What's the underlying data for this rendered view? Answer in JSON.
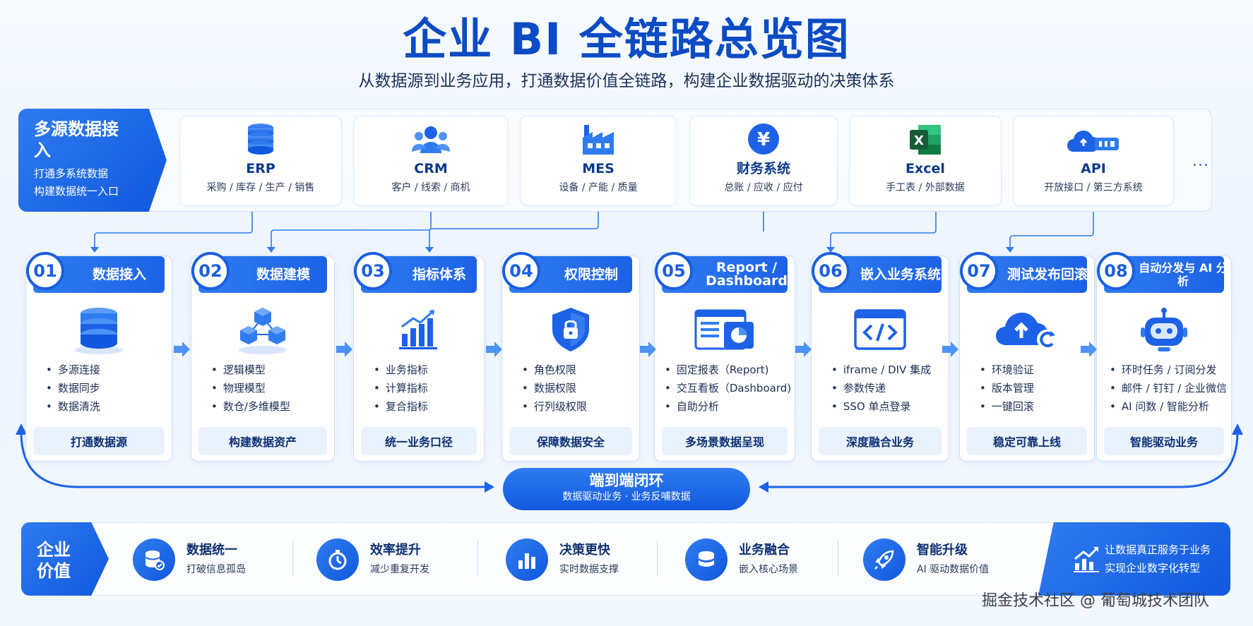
{
  "title": "企业 BI 全链路总览图",
  "subtitle": "从数据源到业务应用，打通数据价值全链路，构建企业数据驱动的决策体系",
  "sources": {
    "tag_title": "多源数据接入",
    "tag_desc": [
      "打通多系统数据",
      "构建数据统一入口"
    ],
    "items": [
      {
        "name": "ERP",
        "sub": "采购 / 库存 / 生产 / 销售",
        "icon": "database-icon"
      },
      {
        "name": "CRM",
        "sub": "客户 / 线索 / 商机",
        "icon": "users-icon"
      },
      {
        "name": "MES",
        "sub": "设备 / 产能 / 质量",
        "icon": "factory-icon"
      },
      {
        "name": "财务系统",
        "sub": "总账 / 应收 / 应付",
        "icon": "yen-icon"
      },
      {
        "name": "Excel",
        "sub": "手工表 / 外部数据",
        "icon": "excel-icon"
      },
      {
        "name": "API",
        "sub": "开放接口 / 第三方系统",
        "icon": "cloud-api-icon"
      }
    ],
    "more": "..."
  },
  "stages": [
    {
      "num": "01",
      "title": "数据接入",
      "bullets": [
        "多源连接",
        "数据同步",
        "数据清洗"
      ],
      "footer": "打通数据源",
      "icon": "database-stack-icon"
    },
    {
      "num": "02",
      "title": "数据建模",
      "bullets": [
        "逻辑模型",
        "物理模型",
        "数仓/多维模型"
      ],
      "footer": "构建数据资产",
      "icon": "cubes-icon"
    },
    {
      "num": "03",
      "title": "指标体系",
      "bullets": [
        "业务指标",
        "计算指标",
        "复合指标"
      ],
      "footer": "统一业务口径",
      "icon": "bar-chart-icon"
    },
    {
      "num": "04",
      "title": "权限控制",
      "bullets": [
        "角色权限",
        "数据权限",
        "行列级权限"
      ],
      "footer": "保障数据安全",
      "icon": "shield-lock-icon"
    },
    {
      "num": "05",
      "title": "Report / Dashboard",
      "bullets": [
        "固定报表（Report)",
        "交互看板（Dashboard)",
        "自助分析"
      ],
      "footer": "多场景数据呈现",
      "icon": "dashboard-icon"
    },
    {
      "num": "06",
      "title": "嵌入业务系统",
      "bullets": [
        "iframe / DIV 集成",
        "参数传递",
        "SSO 单点登录"
      ],
      "footer": "深度融合业务",
      "icon": "code-window-icon"
    },
    {
      "num": "07",
      "title": "测试发布回滚",
      "bullets": [
        "环境验证",
        "版本管理",
        "一键回滚"
      ],
      "footer": "稳定可靠上线",
      "icon": "cloud-upload-icon"
    },
    {
      "num": "08",
      "title": "自动分发与 AI 分析",
      "bullets": [
        "环时任务 / 订阅分发",
        "邮件 / 钉钉 / 企业微信",
        "AI 问数 / 智能分析"
      ],
      "footer": "智能驱动业务",
      "icon": "robot-icon"
    }
  ],
  "loop": {
    "title": "端到端闭环",
    "sub": "数据驱动业务 · 业务反哺数据"
  },
  "values": {
    "tag": "企业价值",
    "items": [
      {
        "name": "数据统一",
        "sub": "打破信息孤岛",
        "icon": "db-check-icon"
      },
      {
        "name": "效率提升",
        "sub": "减少重复开发",
        "icon": "stopwatch-icon"
      },
      {
        "name": "决策更快",
        "sub": "实时数据支撑",
        "icon": "bars-icon"
      },
      {
        "name": "业务融合",
        "sub": "嵌入核心场景",
        "icon": "layers-icon"
      },
      {
        "name": "智能升级",
        "sub": "AI 驱动数据价值",
        "icon": "rocket-icon"
      }
    ],
    "end": [
      "让数据真正服务于业务",
      "实现企业数字化转型"
    ]
  },
  "watermark": "掘金技术社区 @ 葡萄城技术团队",
  "colors": {
    "primary": "#1a5fe0",
    "accent": "#2f7cf0",
    "dark": "#0c2f72"
  }
}
